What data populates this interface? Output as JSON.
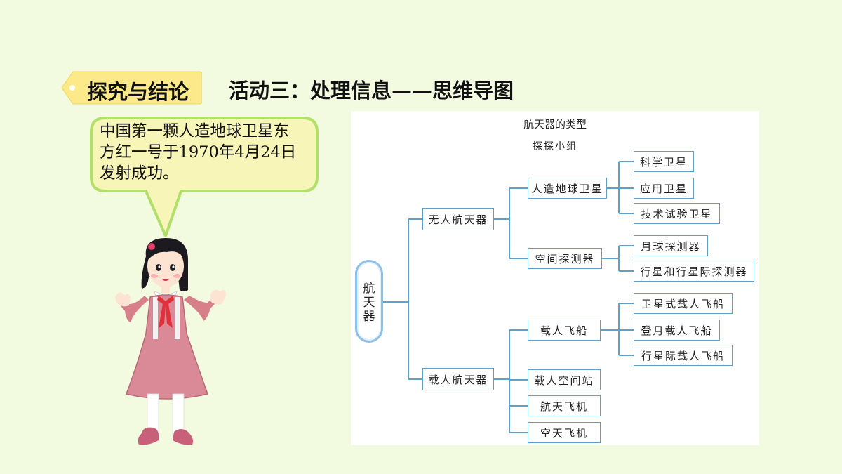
{
  "section_tag": "探究与结论",
  "activity_title": "活动三：处理信息——思维导图",
  "speech_lines": [
    "中国第一颗人造地球卫星东",
    "方红一号于1970年4月24日",
    "发射成功。"
  ],
  "mindmap": {
    "title": "航天器的类型",
    "subtitle": "探探小组",
    "root": "航天器",
    "branches": [
      {
        "label": "无人航天器",
        "children": [
          {
            "label": "人造地球卫星",
            "children": [
              "科学卫星",
              "应用卫星",
              "技术试验卫星"
            ]
          },
          {
            "label": "空间探测器",
            "children": [
              "月球探测器",
              "行星和行星际探测器"
            ]
          }
        ]
      },
      {
        "label": "载人航天器",
        "children": [
          {
            "label": "载人飞船",
            "children": [
              "卫星式载人飞船",
              "登月载人飞船",
              "行星际载人飞船"
            ]
          },
          {
            "label": "载人空间站",
            "children": []
          },
          {
            "label": "航天飞机",
            "children": []
          },
          {
            "label": "空天飞机",
            "children": []
          }
        ]
      }
    ]
  },
  "colors": {
    "background": "#f2fae0",
    "tag": "#fbe98a",
    "bubble_fill": "#f7f5b8",
    "bubble_border": "#b2df6a",
    "node_border": "#5fa0c7"
  }
}
